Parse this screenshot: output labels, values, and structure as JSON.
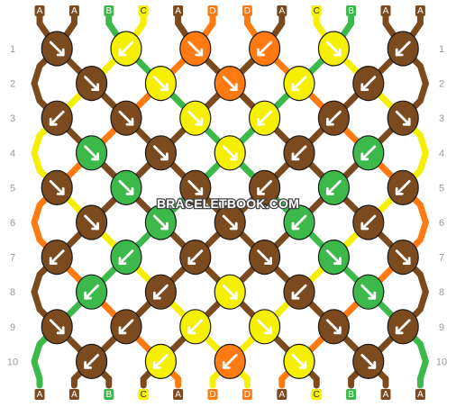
{
  "watermark": "BRACELETBOOK.COM",
  "colors": {
    "A": "#7b4a1e",
    "B": "#3cb94a",
    "C": "#f5f000",
    "D": "#ff7a10"
  },
  "top_strands": [
    "A",
    "A",
    "B",
    "C",
    "A",
    "D",
    "D",
    "A",
    "C",
    "B",
    "A",
    "A"
  ],
  "bottom_strands": [
    "A",
    "A",
    "B",
    "C",
    "A",
    "D",
    "D",
    "A",
    "C",
    "B",
    "A",
    "A"
  ],
  "rows": [
    "1",
    "2",
    "3",
    "4",
    "5",
    "6",
    "7",
    "8",
    "9",
    "10"
  ],
  "knot_colors": [
    [
      "A",
      "C",
      "D",
      "D",
      "C",
      "A"
    ],
    [
      "A",
      "C",
      "D",
      "C",
      "A"
    ],
    [
      "A",
      "A",
      "C",
      "C",
      "A",
      "A"
    ],
    [
      "B",
      "A",
      "C",
      "A",
      "B"
    ],
    [
      "A",
      "B",
      "A",
      "A",
      "B",
      "A"
    ],
    [
      "A",
      "B",
      "A",
      "B",
      "A"
    ],
    [
      "A",
      "B",
      "A",
      "A",
      "B",
      "A"
    ],
    [
      "B",
      "A",
      "C",
      "A",
      "B"
    ],
    [
      "A",
      "A",
      "C",
      "C",
      "A",
      "A"
    ],
    [
      "A",
      "C",
      "D",
      "C",
      "A"
    ]
  ],
  "knot_arrows": [
    [
      "down-right",
      "down-left",
      "down-right",
      "down-left",
      "down-right",
      "down-left"
    ],
    [
      "down-right",
      "down-right",
      "down-right",
      "down-left",
      "down-left"
    ],
    [
      "down-left",
      "down-right",
      "down-right",
      "down-left",
      "down-left",
      "down-right"
    ],
    [
      "down-right",
      "down-right",
      "down-right",
      "down-left",
      "down-left"
    ],
    [
      "down-right",
      "down-right",
      "down-right",
      "down-left",
      "down-left",
      "down-left"
    ],
    [
      "down-right",
      "down-right",
      "down-right",
      "down-left",
      "down-left"
    ],
    [
      "down-left",
      "down-left",
      "down-left",
      "down-right",
      "down-right",
      "down-right"
    ],
    [
      "down-left",
      "down-left",
      "down-right",
      "down-left",
      "down-right"
    ],
    [
      "down-right",
      "down-left",
      "down-left",
      "down-right",
      "down-right",
      "down-left"
    ],
    [
      "down-left",
      "down-left",
      "down-left",
      "down-right",
      "down-right"
    ]
  ]
}
